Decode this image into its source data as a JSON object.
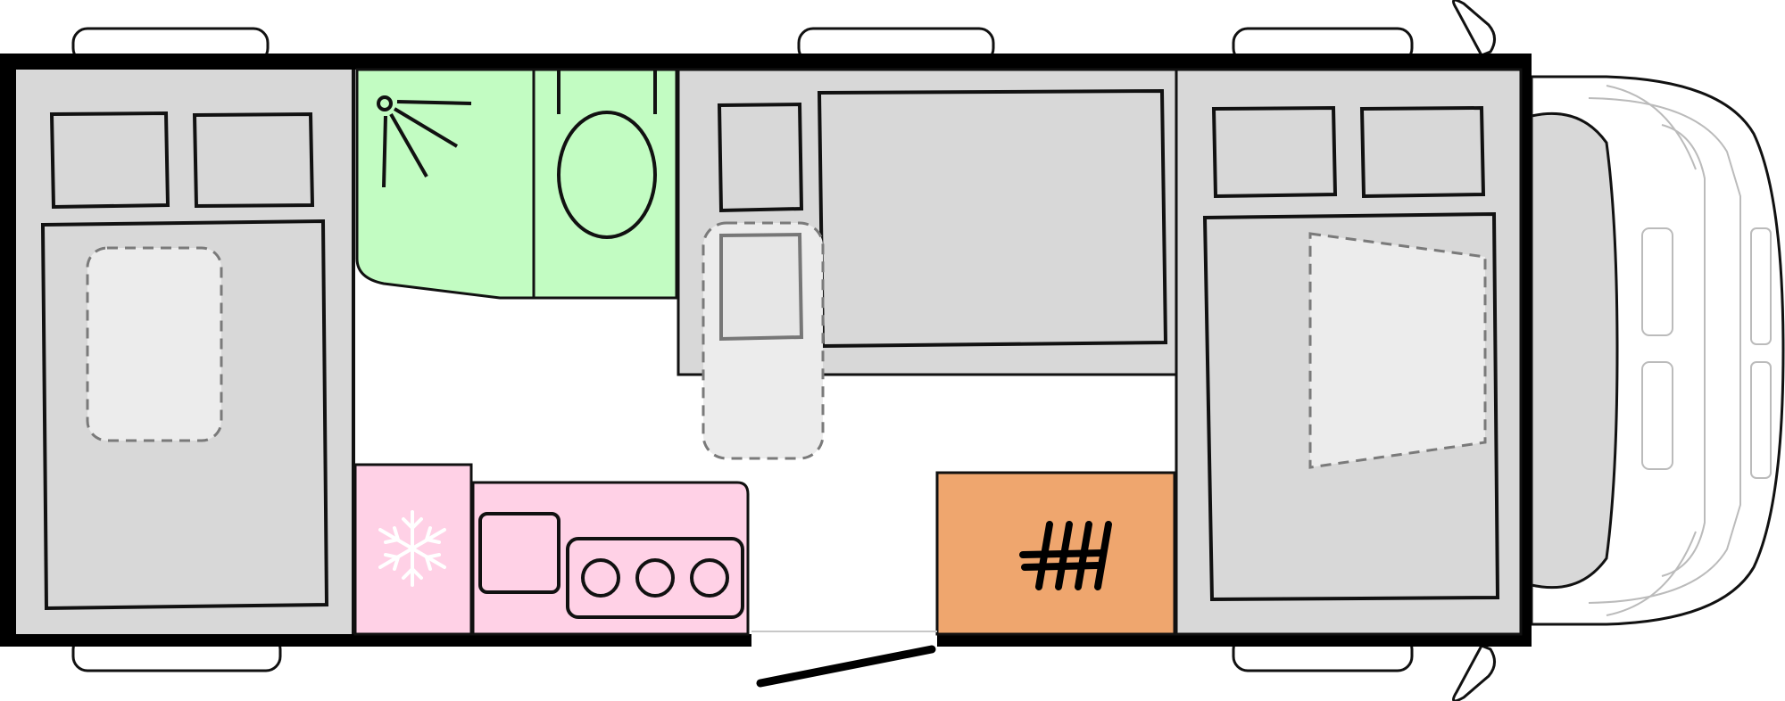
{
  "diagram": {
    "kind": "motorhome floor plan",
    "colors": {
      "bed": "#d8d8d8",
      "bathroom": "#c2fcc2",
      "kitchen": "#ffd1e6",
      "heater": "#efa66e",
      "wall": "#000000",
      "cab": "#ffffff"
    },
    "zones": [
      {
        "id": "rear-bed",
        "icon": "bed-icon"
      },
      {
        "id": "shower",
        "icon": "shower-icon"
      },
      {
        "id": "toilet",
        "icon": "toilet-icon"
      },
      {
        "id": "dinette",
        "icon": "seating-icon"
      },
      {
        "id": "front-bed",
        "icon": "bed-icon"
      },
      {
        "id": "fridge",
        "icon": "snowflake-icon"
      },
      {
        "id": "kitchen",
        "icon": "hob-icon"
      },
      {
        "id": "heater",
        "icon": "heater-icon"
      },
      {
        "id": "entrance-door",
        "icon": "door-icon"
      },
      {
        "id": "cab",
        "icon": "driver-cab-icon"
      }
    ]
  }
}
